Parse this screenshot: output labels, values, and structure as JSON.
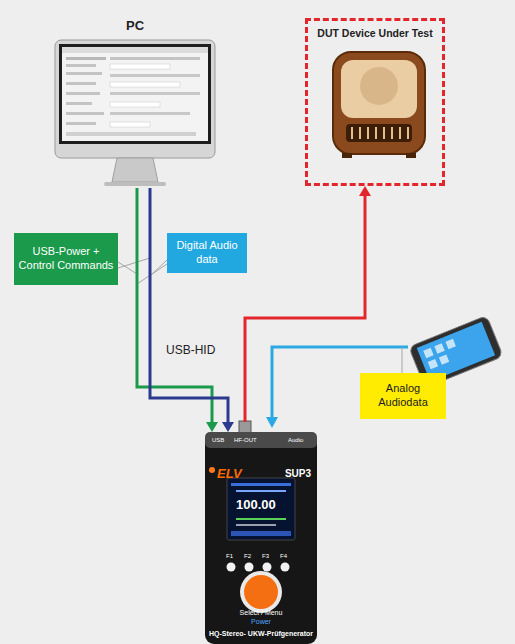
{
  "diagram": {
    "nodes": [
      {
        "text": [
          "PC"
        ]
      },
      {
        "text": [
          "DUT Device Under Test"
        ]
      },
      {
        "text": [
          "USB-Power + Control Commands"
        ]
      },
      {
        "text": [
          "Digital Audio data"
        ]
      },
      {
        "text": [
          "Analog Audiodata"
        ]
      },
      {
        "text": [
          "ELV",
          "SUP3",
          "Select / Menu",
          "Power",
          "HQ-Stereo- UKW-Prüfgenerator"
        ]
      }
    ],
    "edges": [
      {
        "from": 0,
        "to": 5,
        "arrow": "to"
      },
      {
        "from": 0,
        "to": 5,
        "label": "USB-HID",
        "arrow": "to"
      },
      {
        "from": 5,
        "to": 1,
        "arrow": "to"
      }
    ],
    "labels": [
      "USB",
      "HF-OUT",
      "Audio",
      "100.00",
      "F1",
      "F2",
      "F3",
      "F4"
    ]
  }
}
